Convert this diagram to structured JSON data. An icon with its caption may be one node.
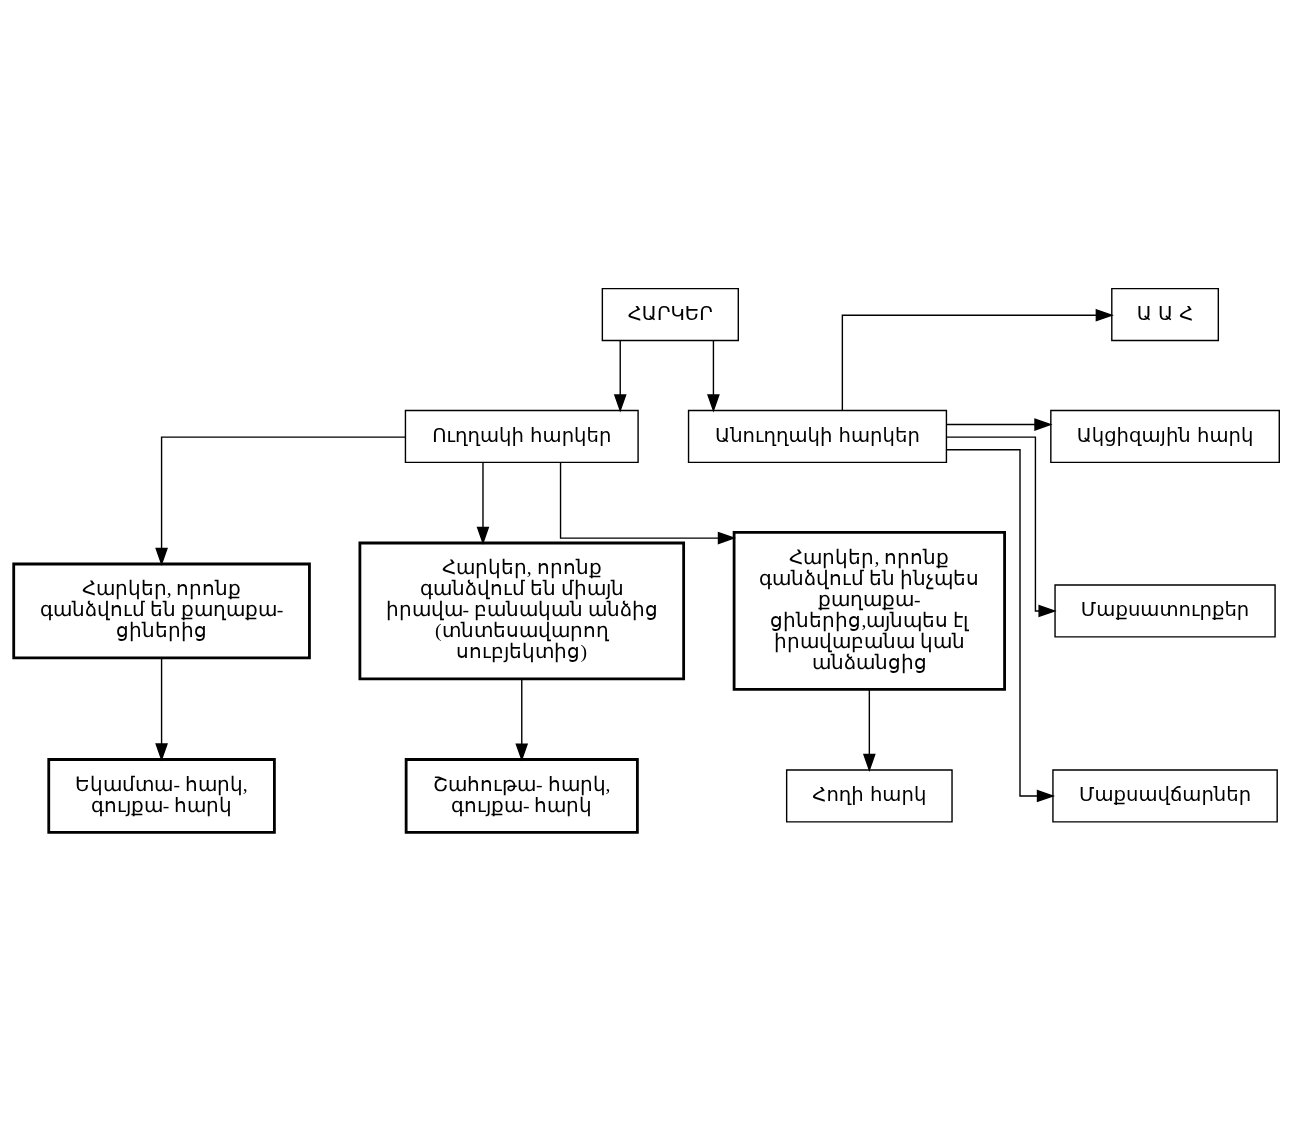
{
  "diagram": {
    "nodes": [
      {
        "text": [
          "ՀԱՐԿԵՐ"
        ]
      },
      {
        "text": [
          "Ուղղակի հարկեր"
        ]
      },
      {
        "text": [
          "Անուղղակի հարկեր"
        ]
      },
      {
        "text": [
          "Հարկեր, որոնք գանձվում են քաղաքա- ցիներից"
        ]
      },
      {
        "text": [
          "Հարկեր, որոնք գանձվում են միայն իրավա- բանական անձից (տնտեսավարող սուբյեկտից)"
        ]
      },
      {
        "text": [
          "Հարկեր, որոնք գանձվում են ինչպես քաղաքա- ցիներից,այնպես էլ իրավաբանա կան անձանցից"
        ]
      },
      {
        "text": [
          "Եկամտա- հարկ, գույքա- հարկ"
        ]
      },
      {
        "text": [
          "Շահութա- հարկ, գույքա- հարկ"
        ]
      },
      {
        "text": [
          "Հողի հարկ"
        ]
      },
      {
        "text": [
          "Ա Ա Հ"
        ]
      },
      {
        "text": [
          "Ակցիզային հարկ"
        ]
      },
      {
        "text": [
          "Մաքսատուրքեր"
        ]
      },
      {
        "text": [
          "Մաքսավճարներ"
        ]
      }
    ],
    "edges": [
      {
        "from": 0,
        "to": 1,
        "arrow": "to"
      },
      {
        "from": 0,
        "to": 2,
        "arrow": "to"
      },
      {
        "from": 1,
        "to": 3,
        "arrow": "to"
      },
      {
        "from": 1,
        "to": 4,
        "arrow": "to"
      },
      {
        "from": 1,
        "to": 5,
        "arrow": "to"
      },
      {
        "from": 3,
        "to": 6,
        "arrow": "to"
      },
      {
        "from": 4,
        "to": 7,
        "arrow": "to"
      },
      {
        "from": 5,
        "to": 8,
        "arrow": "to"
      },
      {
        "from": 2,
        "to": 9,
        "arrow": "to"
      },
      {
        "from": 2,
        "to": 10,
        "arrow": "to"
      },
      {
        "from": 2,
        "to": 11,
        "arrow": "to"
      },
      {
        "from": 2,
        "to": 12,
        "arrow": "to"
      }
    ]
  }
}
